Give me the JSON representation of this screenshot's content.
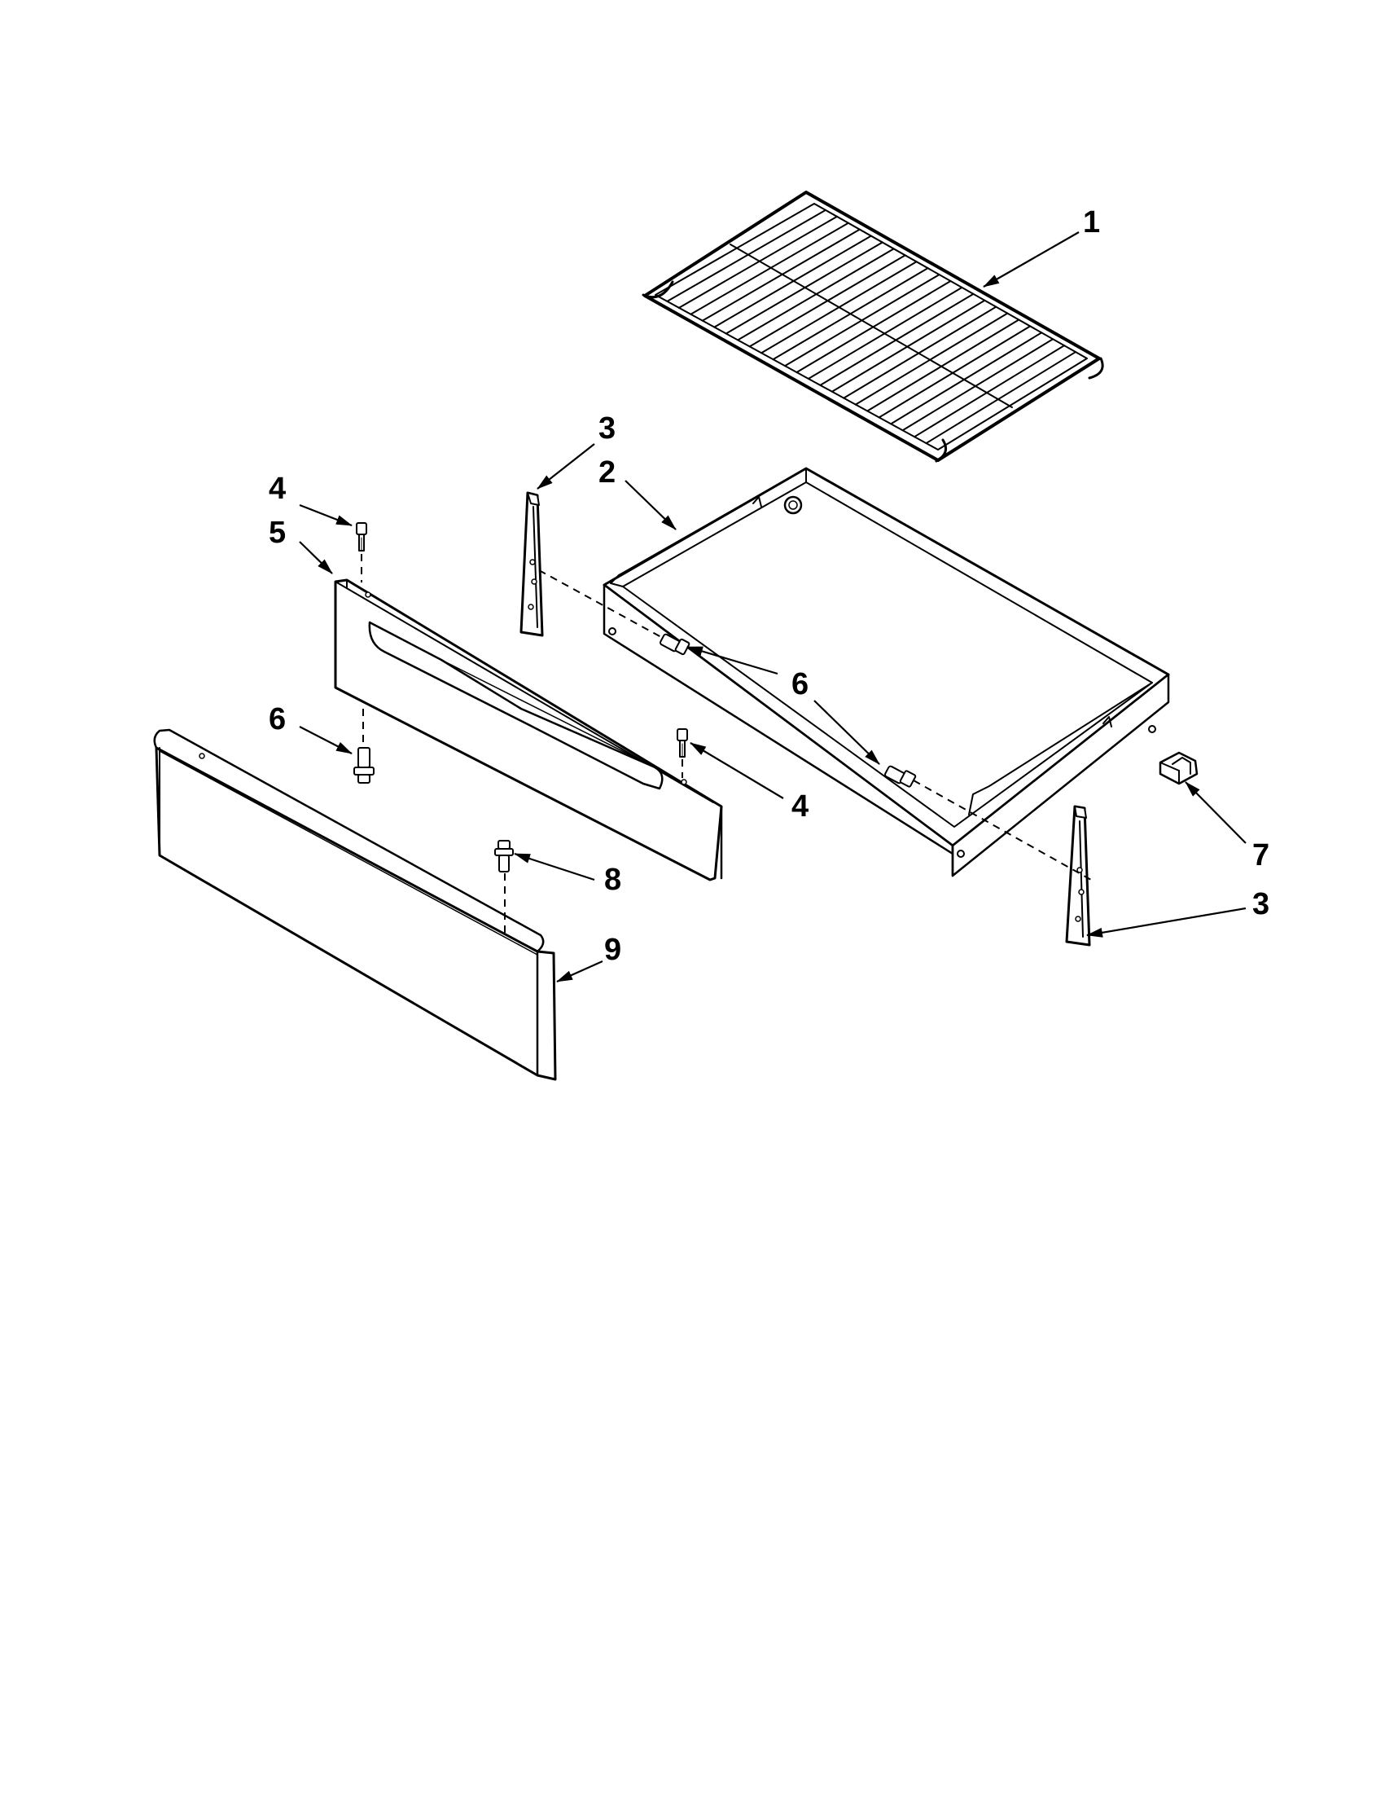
{
  "diagram": {
    "callouts": [
      {
        "id": "c1",
        "label": "1"
      },
      {
        "id": "c2",
        "label": "2"
      },
      {
        "id": "c3a",
        "label": "3"
      },
      {
        "id": "c3b",
        "label": "3"
      },
      {
        "id": "c4a",
        "label": "4"
      },
      {
        "id": "c4b",
        "label": "4"
      },
      {
        "id": "c5",
        "label": "5"
      },
      {
        "id": "c6a",
        "label": "6"
      },
      {
        "id": "c6b",
        "label": "6"
      },
      {
        "id": "c6c",
        "label": "6"
      },
      {
        "id": "c7",
        "label": "7"
      },
      {
        "id": "c8",
        "label": "8"
      },
      {
        "id": "c9",
        "label": "9"
      }
    ]
  }
}
